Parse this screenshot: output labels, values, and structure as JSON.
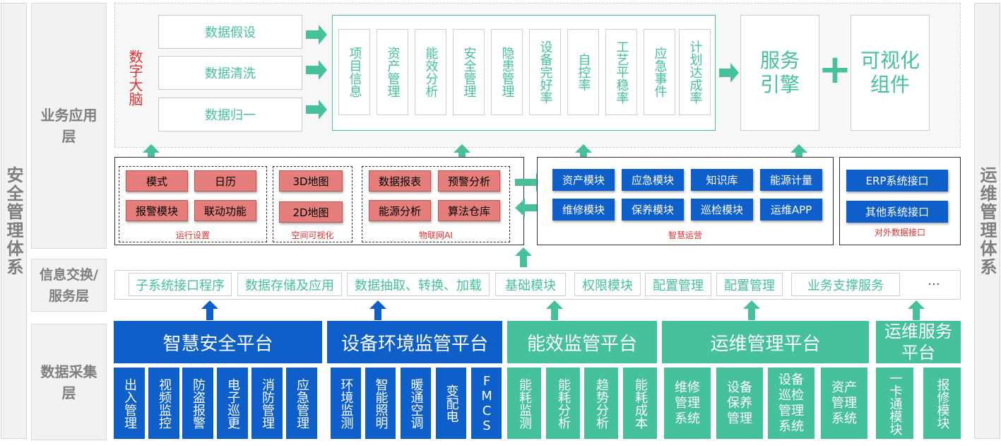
{
  "left_column": "安全管理体系",
  "right_column": "运维管理体系",
  "layers": {
    "business": "业务应用层",
    "exchange": "信息交换/服务层",
    "collection": "数据采集层"
  },
  "brain": "数字大脑",
  "preprocess": [
    "数据假设",
    "数据清洗",
    "数据归一"
  ],
  "indicators": [
    "项目信息",
    "资产管理",
    "能效分析",
    "安全管理",
    "隐患管理",
    "设备完好率",
    "自控率",
    "工艺平稳率",
    "应急事件",
    "计划达成率"
  ],
  "service_engine": "服务引擎",
  "plus": "+",
  "visual_component": "可视化组件",
  "groups": {
    "run_settings": {
      "items": [
        "模式",
        "日历",
        "报警模块",
        "联动功能"
      ],
      "caption": "运行设置"
    },
    "spatial": {
      "items": [
        "3D地图",
        "2D地图"
      ],
      "caption": "空间可视化"
    },
    "iot": {
      "items": [
        "数据报表",
        "预警分析",
        "能源分析",
        "算法仓库"
      ],
      "caption": "物联网AI"
    },
    "smart_ops": {
      "items": [
        "资产模块",
        "应急模块",
        "知识库",
        "能源计量",
        "维修模块",
        "保养模块",
        "巡检模块",
        "运维APP"
      ],
      "caption": "智慧运营"
    },
    "external": {
      "items": [
        "ERP系统接口",
        "其他系统接口"
      ],
      "caption": "对外数据接口"
    }
  },
  "services": [
    "子系统接口程序",
    "数据存储及应用",
    "数据抽取、转换、加载",
    "基础模块",
    "权限模块",
    "配置管理",
    "配置管理",
    "业务支撑服务",
    "···"
  ],
  "platforms": [
    {
      "name": "智慧安全平台",
      "subs": [
        "出入管理",
        "视频监控",
        "防盗报警",
        "电子巡更",
        "消防管理",
        "应急管理"
      ]
    },
    {
      "name": "设备环境监管平台",
      "subs": [
        "环境监测",
        "智能照明",
        "暖通空调",
        "变配电",
        "FMCS"
      ]
    },
    {
      "name": "能效监管平台",
      "subs": [
        "能耗监测",
        "能耗分析",
        "趋势分析",
        "能耗成本"
      ]
    },
    {
      "name": "运维管理平台",
      "subs": [
        "维修管理系统",
        "设备保养管理",
        "设备巡检管理系统",
        "资产管理系统"
      ]
    },
    {
      "name": "运维服务平台",
      "subs": [
        "一卡通模块",
        "报修模块"
      ]
    }
  ],
  "colors": {
    "green": "#45c29c",
    "blue": "#0e5fc9",
    "pink": "#e57e7a",
    "red": "#e03030",
    "gray_text": "#7f7f7f"
  }
}
